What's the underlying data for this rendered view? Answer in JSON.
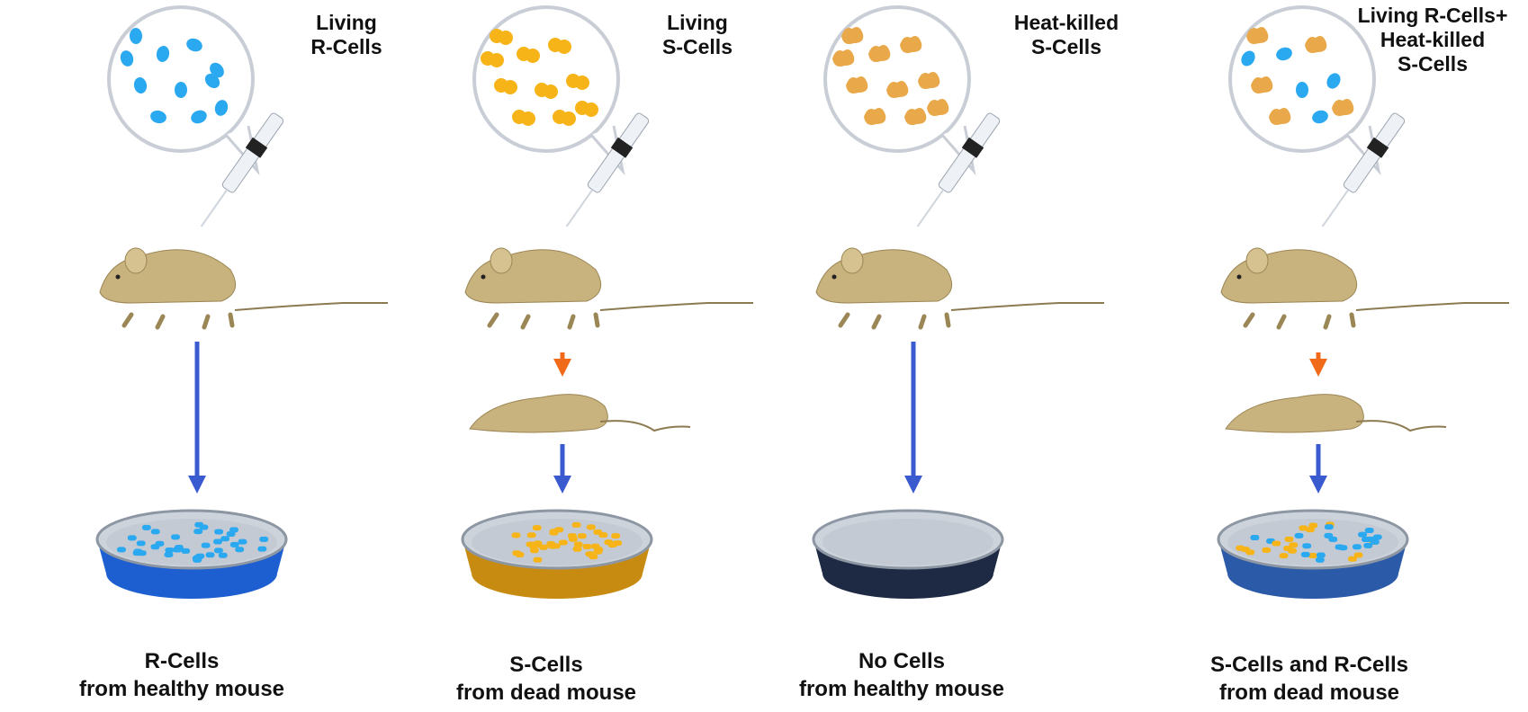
{
  "colors": {
    "r_cell": "#2aa8f0",
    "s_cell": "#f7b418",
    "heat_killed": "#e9a94a",
    "mouse": "#c8b27d",
    "arrow_blue": "#3a5bd0",
    "arrow_orange": "#f06a1a",
    "dish_empty": "#1e2a44"
  },
  "columns": [
    {
      "top_label": [
        "Living",
        "R-Cells"
      ],
      "bottom_label": [
        "R-Cells",
        "from healthy mouse"
      ],
      "cells": "r",
      "mouse_dies": false,
      "dish": "r"
    },
    {
      "top_label": [
        "Living",
        "S-Cells"
      ],
      "bottom_label": [
        "S-Cells",
        "from dead mouse"
      ],
      "cells": "s",
      "mouse_dies": true,
      "dish": "s"
    },
    {
      "top_label": [
        "Heat-killed",
        "S-Cells"
      ],
      "bottom_label": [
        "No Cells",
        "from healthy mouse"
      ],
      "cells": "hk",
      "mouse_dies": false,
      "dish": "none"
    },
    {
      "top_label": [
        "Living R-Cells+",
        "Heat-killed",
        "S-Cells"
      ],
      "bottom_label": [
        "S-Cells and R-Cells",
        "from dead mouse"
      ],
      "cells": "mix",
      "mouse_dies": true,
      "dish": "mix"
    }
  ]
}
